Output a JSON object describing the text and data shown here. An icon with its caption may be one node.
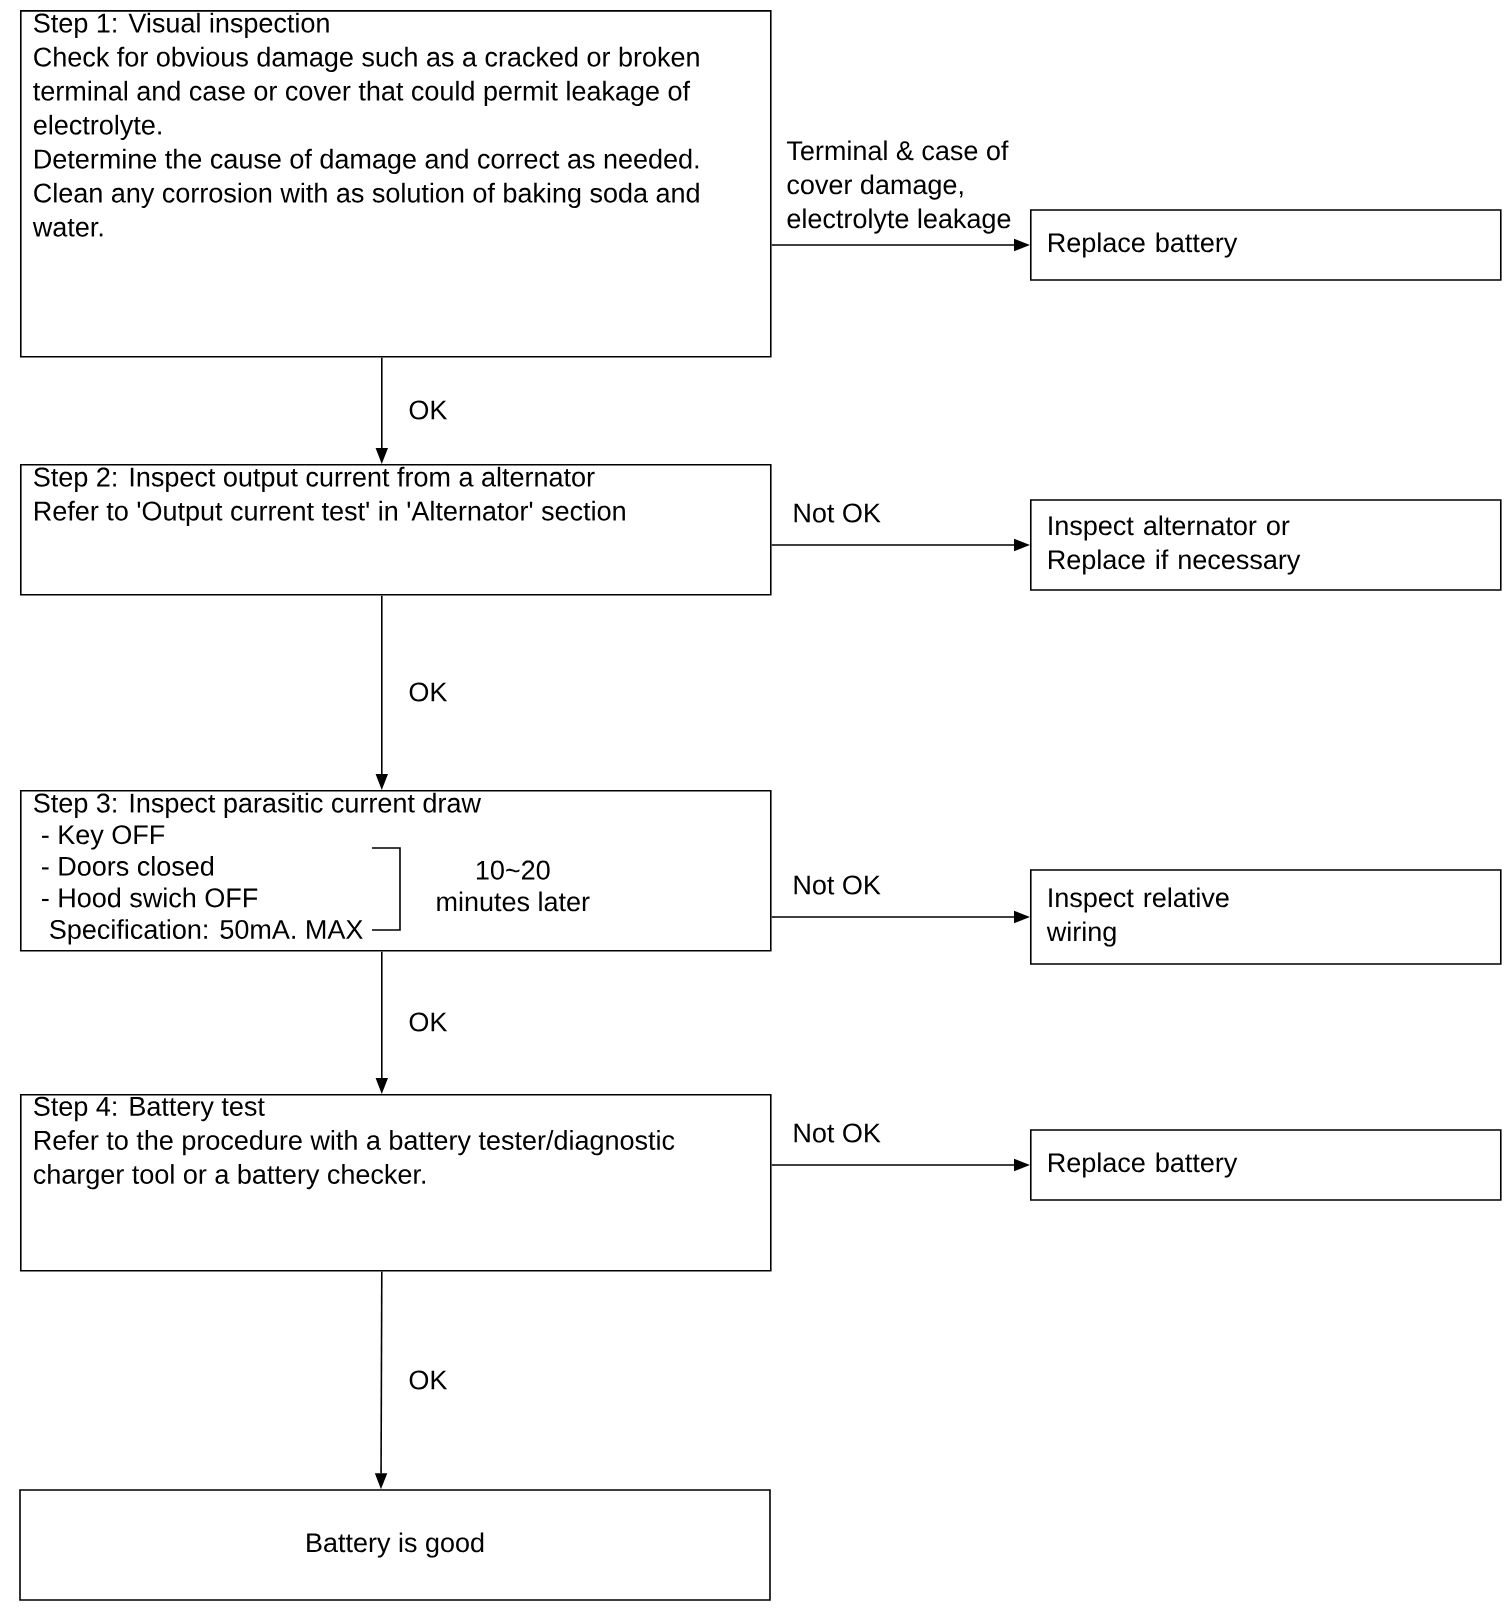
{
  "diagram": {
    "nodes": [
      {
        "text": [
          "Step 1: Visual inspection",
          "Check for obvious damage such as a cracked or broken terminal and case or cover that could permit leakage of electrolyte.",
          "Determine the cause of damage and correct as needed.",
          "Clean any corrosion with as solution of baking soda and water."
        ]
      },
      {
        "text": [
          "Replace battery"
        ]
      },
      {
        "text": [
          "Step 2: Inspect output current from a alternator",
          "Refer to 'Output current test' in 'Alternator' section"
        ]
      },
      {
        "text": [
          "Inspect alternator or Replace if necessary"
        ]
      },
      {
        "text": [
          "Step 3: Inspect parasitic current draw",
          "- Key OFF",
          "- Doors closed",
          "- Hood swich OFF",
          "Specification: 50mA. MAX",
          "10~20 minutes later"
        ]
      },
      {
        "text": [
          "Inspect relative wiring"
        ]
      },
      {
        "text": [
          "Step 4: Battery test",
          "Refer to the procedure with a battery tester/diagnostic charger tool or a battery checker."
        ]
      },
      {
        "text": [
          "Replace battery"
        ]
      },
      {
        "text": [
          "Battery is good"
        ]
      }
    ],
    "edges": [
      {
        "from": 0,
        "to": 1,
        "arrow": "to",
        "label": "Terminal & case of cover damage, electrolyte leakage"
      },
      {
        "from": 0,
        "to": 2,
        "arrow": "to",
        "label": "OK"
      },
      {
        "from": 2,
        "to": 3,
        "arrow": "to",
        "label": "Not OK"
      },
      {
        "from": 2,
        "to": 4,
        "arrow": "to",
        "label": "OK"
      },
      {
        "from": 4,
        "to": 5,
        "arrow": "to",
        "label": "Not OK"
      },
      {
        "from": 4,
        "to": 6,
        "arrow": "to",
        "label": "OK"
      },
      {
        "from": 6,
        "to": 7,
        "arrow": "to",
        "label": "Not OK"
      },
      {
        "from": 6,
        "to": 8,
        "arrow": "to",
        "label": "OK"
      }
    ]
  }
}
